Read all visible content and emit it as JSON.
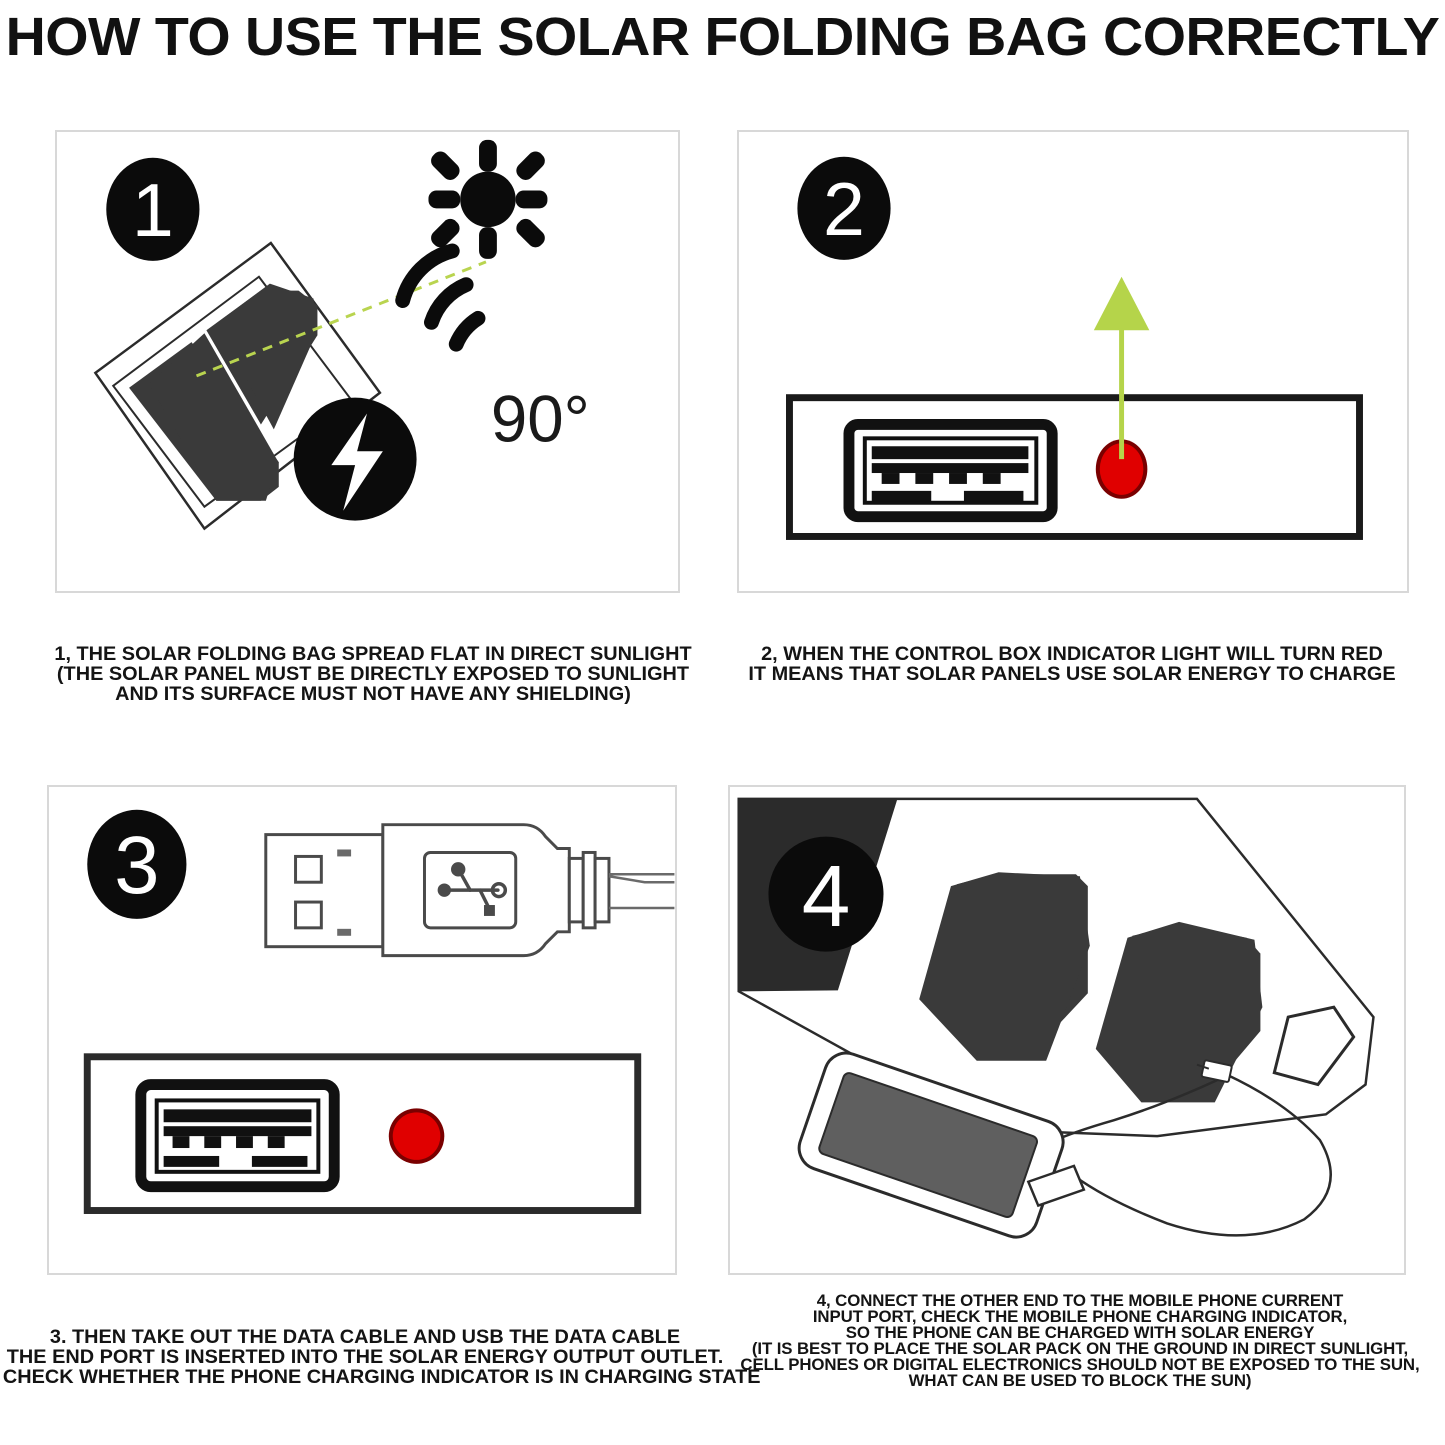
{
  "title": "HOW TO USE THE SOLAR FOLDING BAG CORRECTLY",
  "colors": {
    "panel_border": "#d8d8d8",
    "ink": "#141414",
    "solar_cell": "#3a3a3a",
    "indicator_red": "#e00000",
    "accent_green": "#b5d44a",
    "background": "#ffffff"
  },
  "panels": [
    {
      "number": "1",
      "badge_label": "1",
      "angle_label": "90°",
      "icons": [
        "sun-icon",
        "signal-waves-icon",
        "lightning-bolt-icon",
        "solar-panel-icon"
      ],
      "caption_lines": [
        "1, THE SOLAR FOLDING BAG SPREAD FLAT IN DIRECT SUNLIGHT",
        "(THE SOLAR PANEL MUST BE DIRECTLY EXPOSED TO SUNLIGHT",
        "AND ITS SURFACE MUST NOT HAVE ANY SHIELDING)"
      ]
    },
    {
      "number": "2",
      "badge_label": "2",
      "icons": [
        "usb-port-icon",
        "red-indicator-led",
        "up-arrow-icon"
      ],
      "caption_lines": [
        "2, WHEN THE CONTROL BOX INDICATOR LIGHT WILL TURN RED",
        "IT MEANS THAT SOLAR PANELS USE SOLAR ENERGY TO CHARGE"
      ]
    },
    {
      "number": "3",
      "badge_label": "3",
      "icons": [
        "usb-plug-icon",
        "usb-trident-logo",
        "usb-port-icon",
        "red-indicator-led"
      ],
      "caption_lines": [
        "3. THEN TAKE OUT THE DATA CABLE AND USB THE DATA CABLE",
        "THE END PORT IS INSERTED INTO THE SOLAR ENERGY OUTPUT OUTLET.",
        "CHECK WHETHER THE PHONE CHARGING INDICATOR IS IN CHARGING STATE"
      ]
    },
    {
      "number": "4",
      "badge_label": "4",
      "icons": [
        "solar-bag-icon",
        "mobile-phone-icon",
        "charging-cable-icon",
        "pocket-flap-icon"
      ],
      "caption_lines": [
        "4, CONNECT THE OTHER END TO THE MOBILE PHONE CURRENT",
        "INPUT PORT, CHECK THE MOBILE PHONE CHARGING INDICATOR,",
        "SO THE PHONE CAN BE CHARGED WITH SOLAR ENERGY",
        "(IT IS BEST TO PLACE THE SOLAR PACK ON THE GROUND IN DIRECT SUNLIGHT,",
        "CELL PHONES OR DIGITAL ELECTRONICS SHOULD NOT BE EXPOSED TO THE SUN,",
        "WHAT CAN BE USED TO BLOCK THE SUN)"
      ]
    }
  ]
}
